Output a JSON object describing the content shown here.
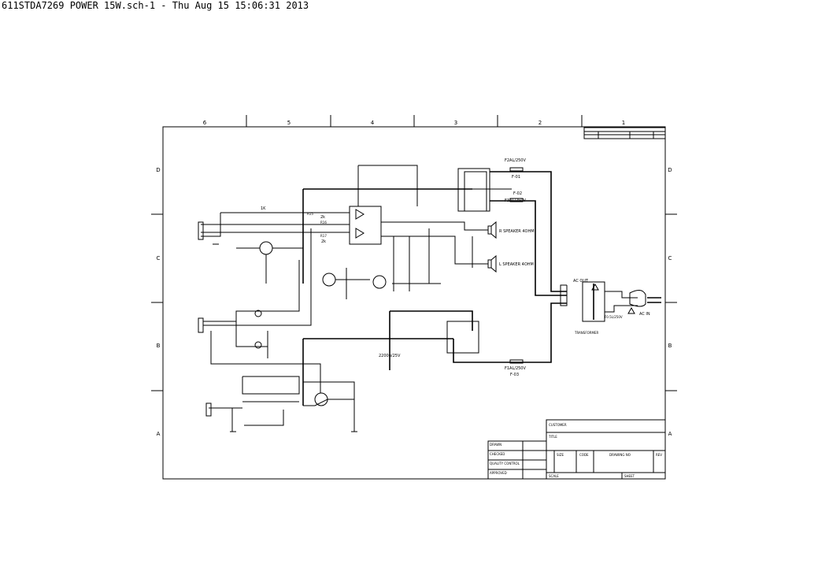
{
  "window": {
    "title": "611STDA7269 POWER 15W.sch-1 - Thu Aug 15 15:06:31 2013"
  },
  "frame": {
    "column_labels": [
      "6",
      "5",
      "4",
      "3",
      "2",
      "1"
    ],
    "row_labels": [
      "D",
      "C",
      "B",
      "A"
    ]
  },
  "labels": {
    "fuse_top": "F2AL/250V",
    "fuse_top_ref": "F-01",
    "fuse_mid_ref": "F-02",
    "fuse_mid": "F3AL/250V",
    "fuse_bottom": "F1AL/250V",
    "fuse_bottom_ref": "F-03",
    "speaker_r": "R SPEAKER 4OHM",
    "speaker_l": "L SPEAKER 4OHM",
    "ac_out": "AC OUT",
    "ac_in": "AC IN",
    "transformer": "TRANSFORMER",
    "fuse_tr": "F0.5L/250V",
    "cap_main": "2200u/25V",
    "r_2k_a": "2k",
    "r_2k_b": "2k",
    "r_1k": "1K",
    "r16": "R16",
    "r17": "R17",
    "r15": "R15"
  },
  "title_block": {
    "drawn": "DRAWN",
    "checked": "CHECKED",
    "quality": "QUALITY CONTROL",
    "approved": "APPROVED",
    "scale": "SCALE",
    "customer": "CUSTOMER",
    "title": "TITLE",
    "size": "SIZE",
    "code": "CODE",
    "drawing_no": "DRAWING NO",
    "rev": "REV",
    "sheet": "SHEET"
  }
}
